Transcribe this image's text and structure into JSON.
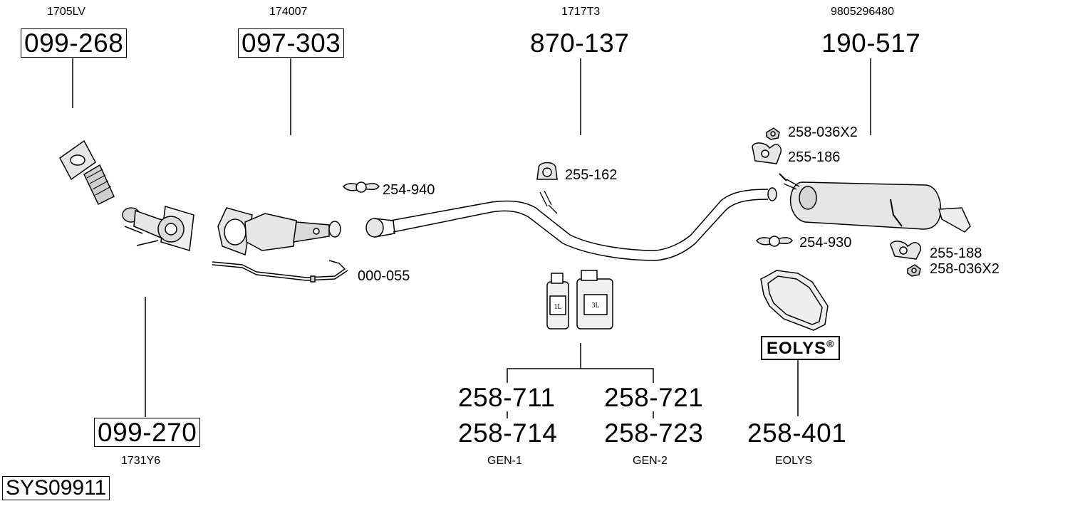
{
  "parts": {
    "p1": {
      "oem": "1705LV",
      "number": "099-268"
    },
    "p2": {
      "oem": "174007",
      "number": "097-303"
    },
    "p3": {
      "oem": "1717T3",
      "number": "870-137"
    },
    "p4": {
      "oem": "9805296480",
      "number": "190-517"
    },
    "p5": {
      "oem": "1731Y6",
      "number": "099-270"
    }
  },
  "fittings": {
    "clamp_front": "254-940",
    "sensor": "000-055",
    "hanger_mid": "255-162",
    "nut_top": "258-036X2",
    "hanger_top": "255-186",
    "clamp_rear": "254-930",
    "hanger_bottom": "255-188",
    "nut_bottom": "258-036X2"
  },
  "fluids": {
    "gen1": {
      "a": "258-711",
      "b": "258-714",
      "caption": "GEN-1",
      "bottle": "1L"
    },
    "gen2": {
      "a": "258-721",
      "b": "258-723",
      "caption": "GEN-2",
      "bottle": "3L"
    }
  },
  "eolys": {
    "logo": "EOLYS",
    "reg": "®",
    "number": "258-401",
    "caption": "EOLYS"
  },
  "system_id": "SYS09911"
}
